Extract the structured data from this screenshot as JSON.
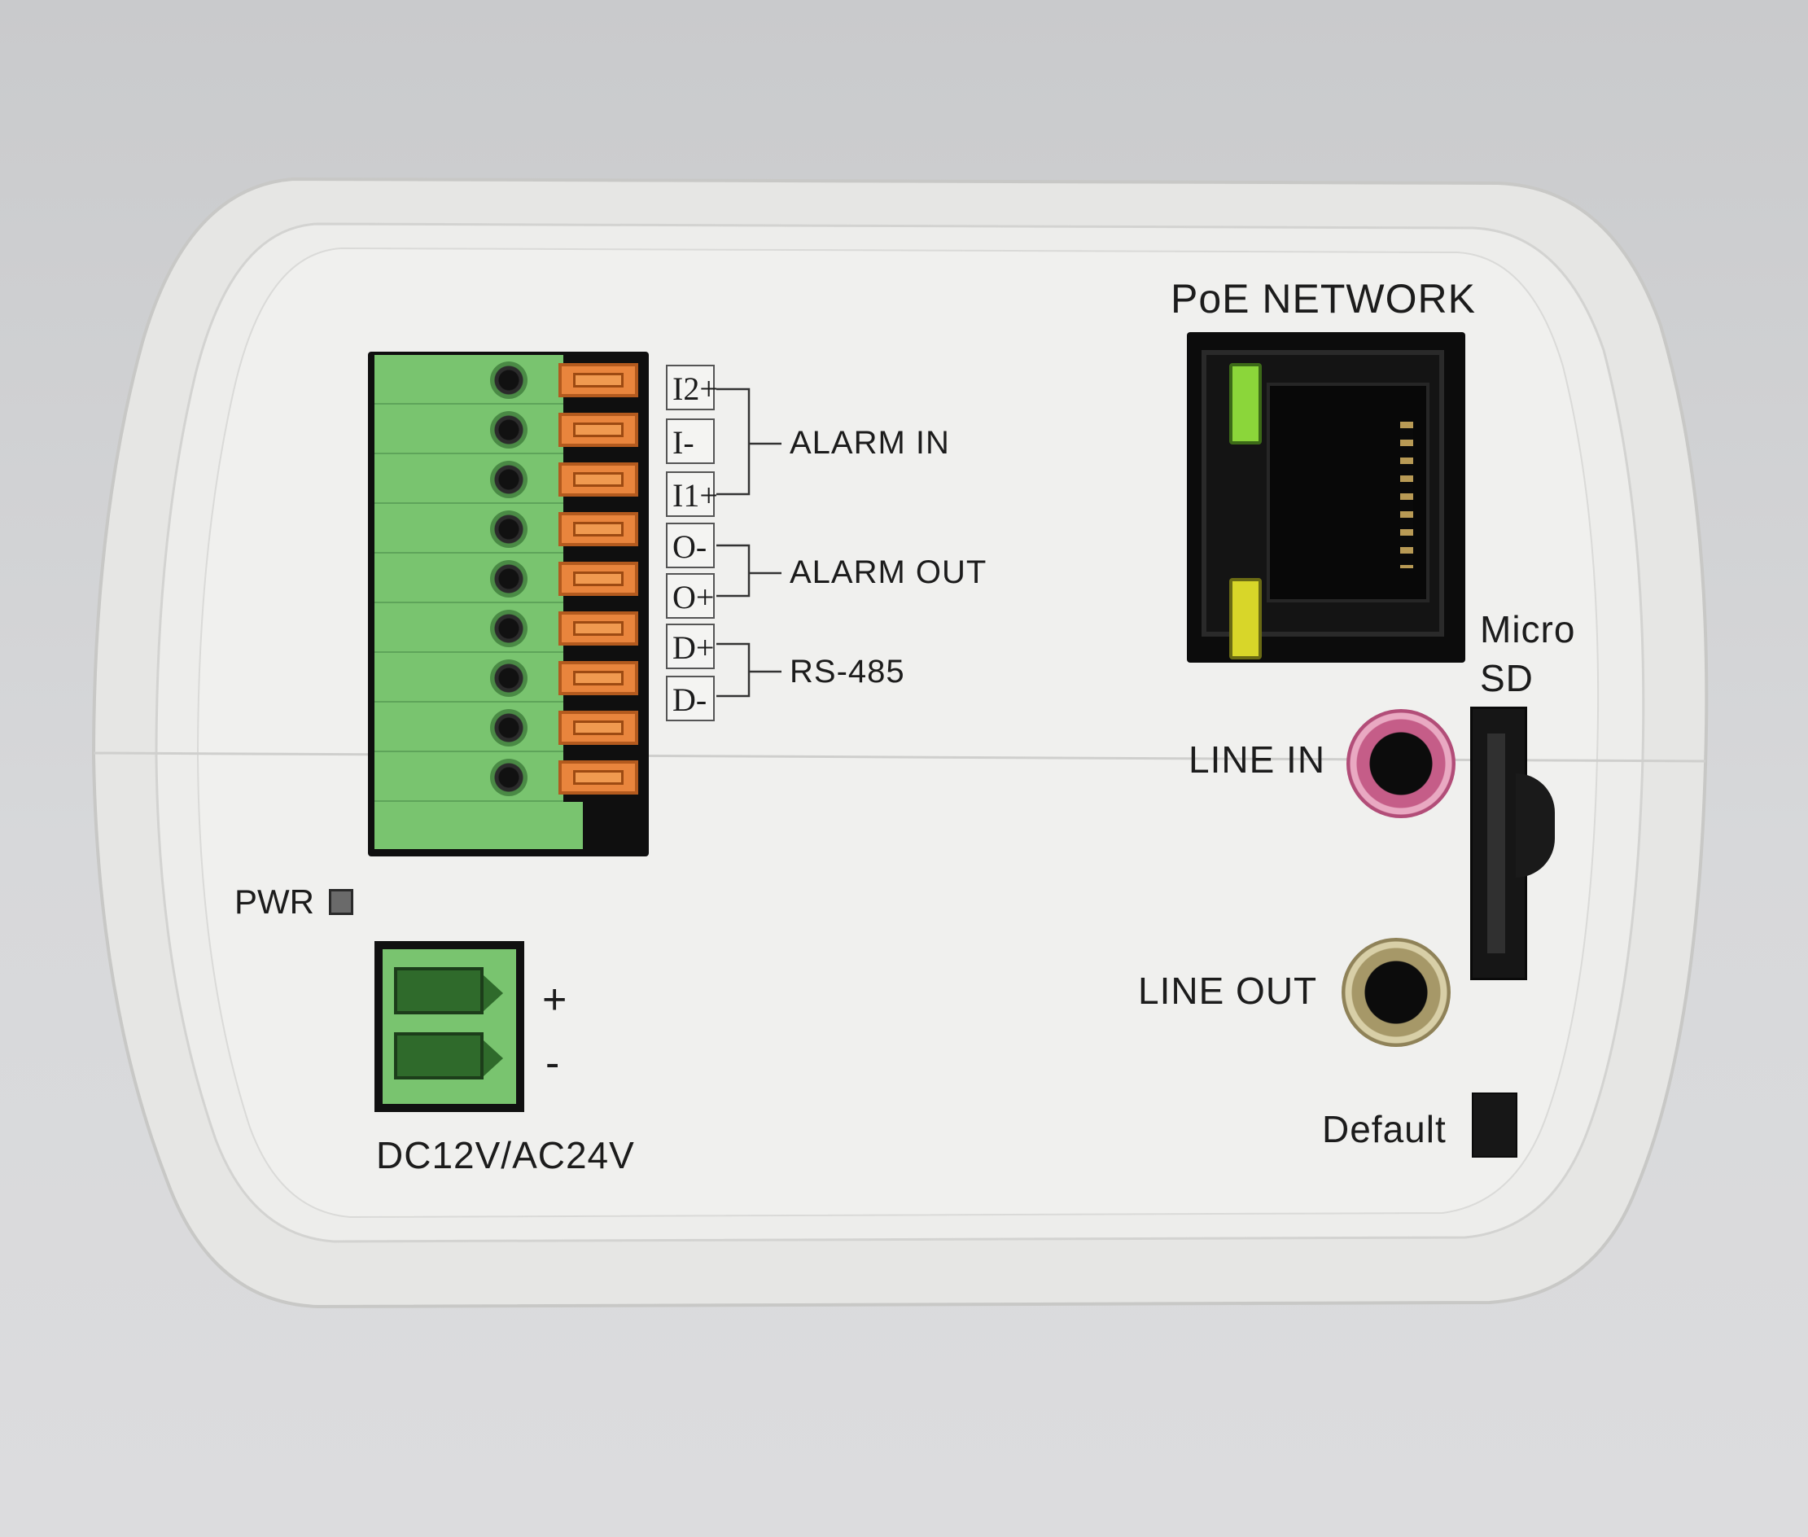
{
  "device_panel": {
    "poe_network_label": "PoE NETWORK",
    "alarm_in_label": "ALARM IN",
    "alarm_out_label": "ALARM OUT",
    "rs485_label": "RS-485",
    "pin_labels": [
      "I2+",
      "I-",
      "I1+",
      "O-",
      "O+",
      "D+",
      "D-"
    ],
    "micro_sd_label_line1": "Micro",
    "micro_sd_label_line2": "SD",
    "line_in_label": "LINE IN",
    "line_out_label": "LINE OUT",
    "default_label": "Default",
    "pwr_label": "PWR",
    "power_plus_label": "+",
    "power_minus_label": "-",
    "power_rating_label": "DC12V/AC24V"
  },
  "colors": {
    "terminal_green": "#79c46f",
    "lever_orange": "#e9853d",
    "line_in_ring": "#d4709a",
    "line_out_ring": "#b8aa7a",
    "rj45_led_green": "#8bd63a",
    "rj45_led_yellow": "#d8d629"
  }
}
